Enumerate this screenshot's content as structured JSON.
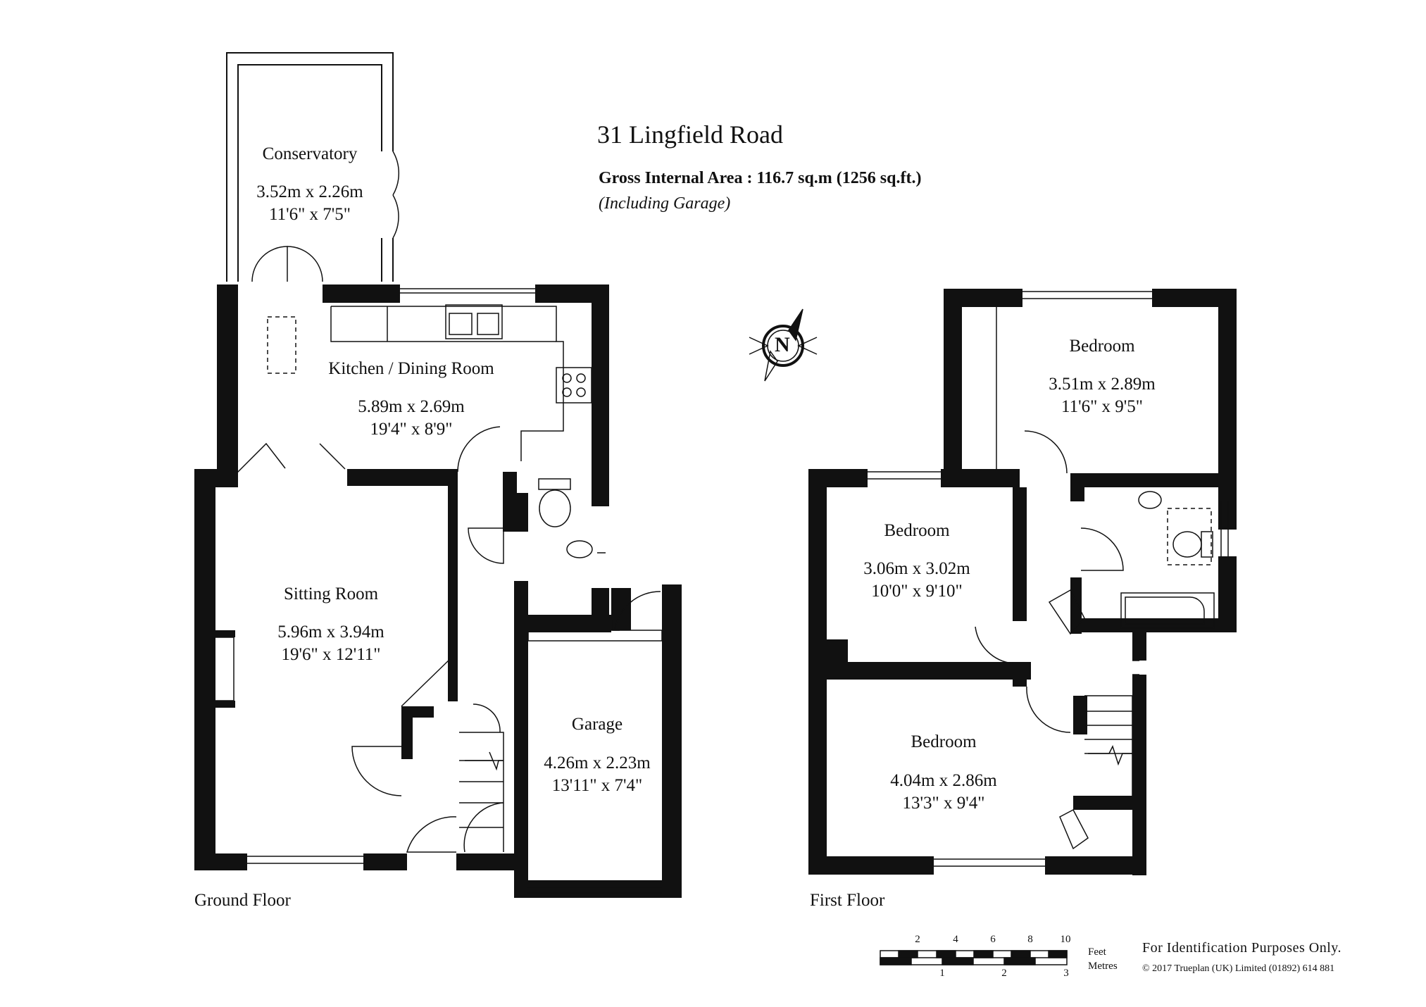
{
  "title": "31 Lingfield Road",
  "gross_internal_area": "Gross Internal Area  :  116.7 sq.m   (1256 sq.ft.)",
  "including_note": "(Including Garage)",
  "compass": {
    "letter": "N",
    "icon": "north-compass-icon"
  },
  "ground_floor": {
    "label": "Ground Floor",
    "rooms": [
      {
        "name": "Conservatory",
        "metric": "3.52m  x  2.26m",
        "imperial": "11'6\"  x  7'5\""
      },
      {
        "name": "Kitchen / Dining Room",
        "metric": "5.89m  x  2.69m",
        "imperial": "19'4\"  x  8'9\""
      },
      {
        "name": "Sitting Room",
        "metric": "5.96m  x  3.94m",
        "imperial": "19'6\"  x  12'11\""
      },
      {
        "name": "Garage",
        "metric": "4.26m  x  2.23m",
        "imperial": "13'11\"  x  7'4\""
      }
    ]
  },
  "first_floor": {
    "label": "First Floor",
    "rooms": [
      {
        "name": "Bedroom",
        "metric": "3.51m  x  2.89m",
        "imperial": "11'6\"  x  9'5\""
      },
      {
        "name": "Bedroom",
        "metric": "3.06m  x  3.02m",
        "imperial": "10'0\"  x  9'10\""
      },
      {
        "name": "Bedroom",
        "metric": "4.04m  x  2.86m",
        "imperial": "13'3\"  x  9'4\""
      }
    ]
  },
  "scale": {
    "feet_ticks": [
      "2",
      "4",
      "6",
      "8",
      "10"
    ],
    "metre_ticks": [
      "1",
      "2",
      "3"
    ],
    "feet_label": "Feet",
    "metres_label": "Metres"
  },
  "identification": "For Identification Purposes Only.",
  "copyright": "© 2017 Trueplan (UK) Limited  (01892) 614 881"
}
